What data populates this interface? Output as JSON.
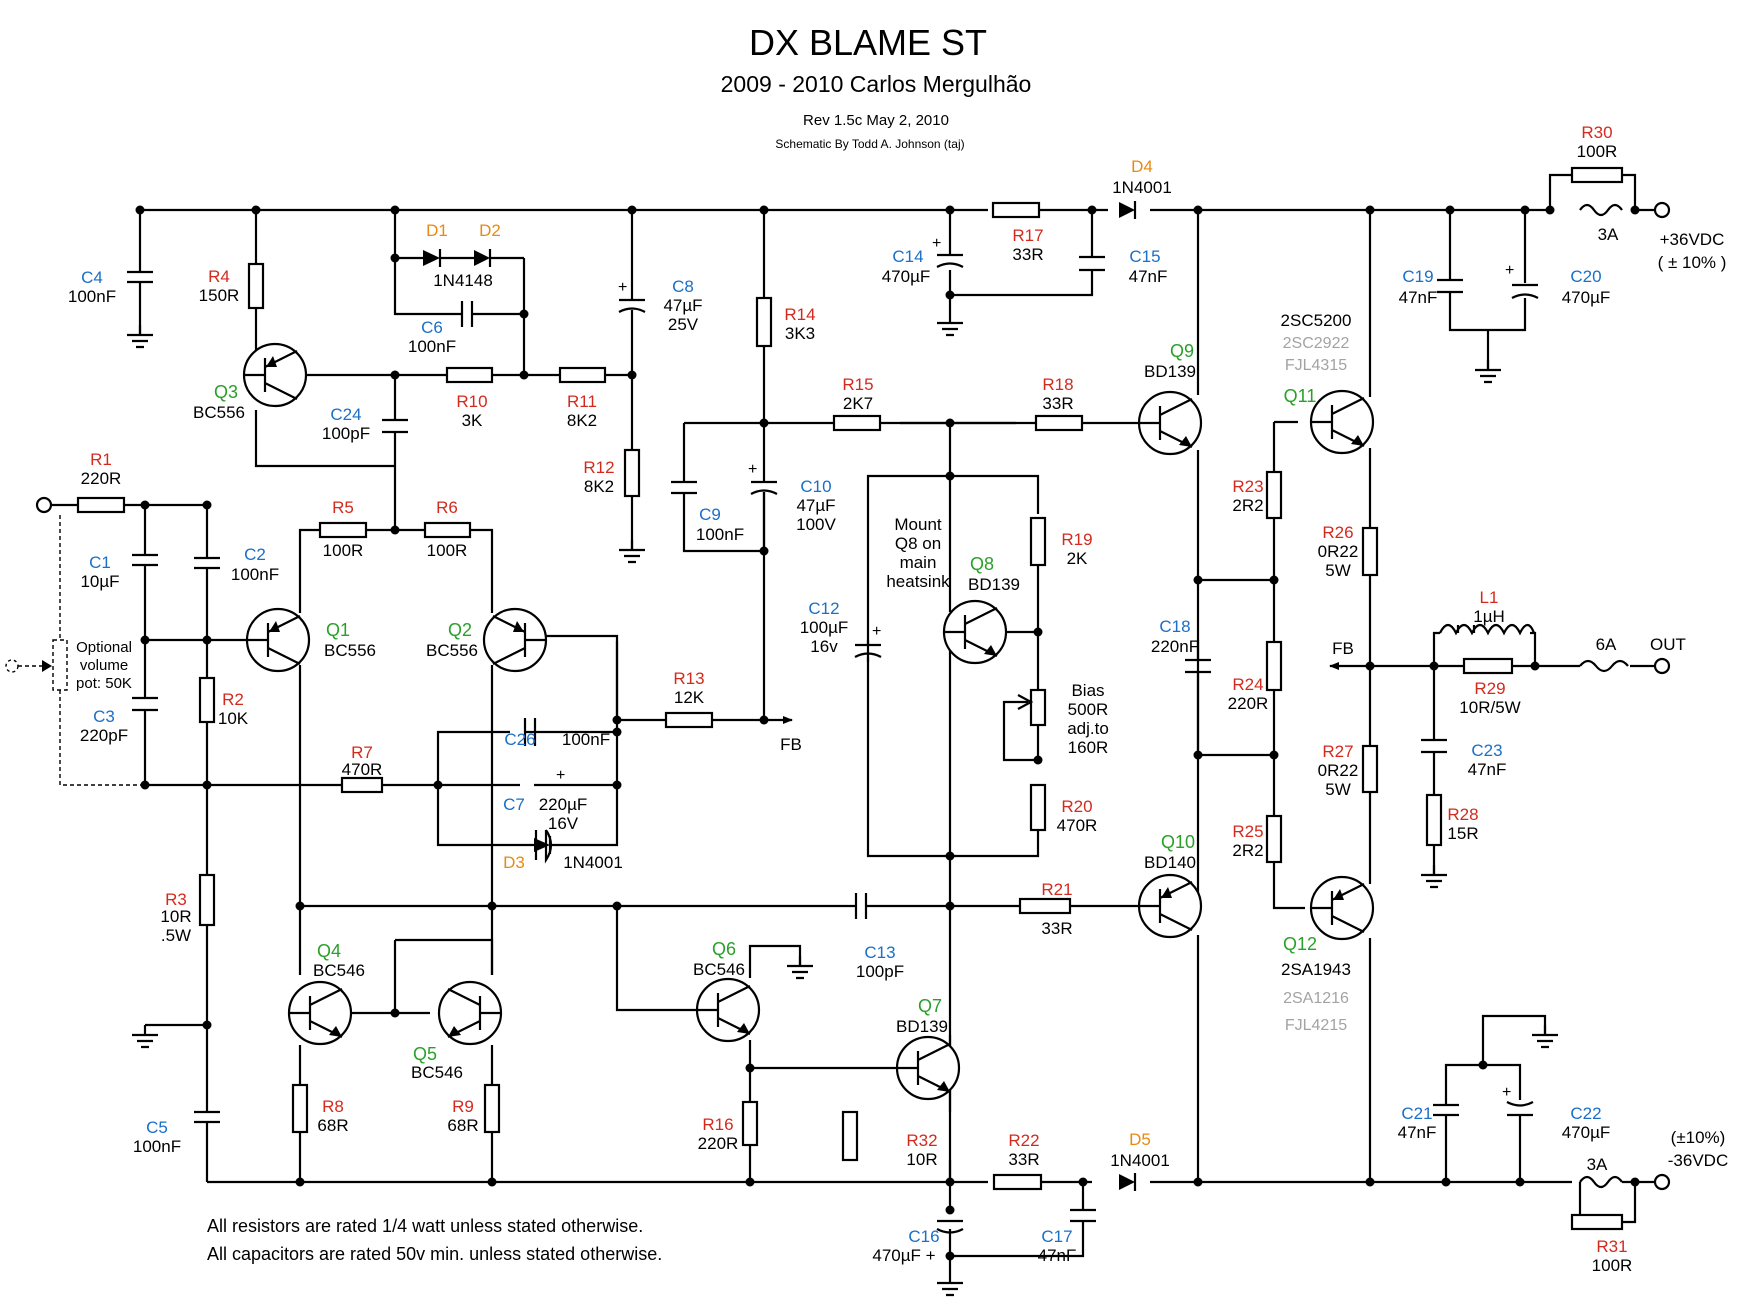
{
  "header": {
    "title": "DX BLAME ST",
    "subtitle": "2009 - 2010 Carlos Mergulhão",
    "revision": "Rev 1.5c  May 2, 2010",
    "credit": "Schematic By Todd A. Johnson (taj)"
  },
  "colors": {
    "resistor": "#d42a1e",
    "capacitor": "#1a6fc8",
    "transistor": "#2aa02a",
    "diode": "#e88a10",
    "alt": "#a3a3a3"
  },
  "resistors": [
    {
      "ref": "R1",
      "value": "220R"
    },
    {
      "ref": "R2",
      "value": "10K"
    },
    {
      "ref": "R3",
      "value": "10R .5W"
    },
    {
      "ref": "R4",
      "value": "150R"
    },
    {
      "ref": "R5",
      "value": "100R"
    },
    {
      "ref": "R6",
      "value": "100R"
    },
    {
      "ref": "R7",
      "value": "470R"
    },
    {
      "ref": "R8",
      "value": "68R"
    },
    {
      "ref": "R9",
      "value": "68R"
    },
    {
      "ref": "R10",
      "value": "3K"
    },
    {
      "ref": "R11",
      "value": "8K2"
    },
    {
      "ref": "R12",
      "value": "8K2"
    },
    {
      "ref": "R13",
      "value": "12K"
    },
    {
      "ref": "R14",
      "value": "3K3"
    },
    {
      "ref": "R15",
      "value": "2K7"
    },
    {
      "ref": "R16",
      "value": "220R"
    },
    {
      "ref": "R17",
      "value": "33R"
    },
    {
      "ref": "R18",
      "value": "33R"
    },
    {
      "ref": "R19",
      "value": "2K"
    },
    {
      "ref": "R20",
      "value": "470R"
    },
    {
      "ref": "R21",
      "value": "33R"
    },
    {
      "ref": "R22",
      "value": "33R"
    },
    {
      "ref": "R23",
      "value": "2R2"
    },
    {
      "ref": "R24",
      "value": "220R"
    },
    {
      "ref": "R25",
      "value": "2R2"
    },
    {
      "ref": "R26",
      "value": "0R22 5W"
    },
    {
      "ref": "R27",
      "value": "0R22 5W"
    },
    {
      "ref": "R28",
      "value": "15R"
    },
    {
      "ref": "R29",
      "value": "10R/5W"
    },
    {
      "ref": "R30",
      "value": "100R"
    },
    {
      "ref": "R31",
      "value": "100R"
    },
    {
      "ref": "R32",
      "value": "10R"
    }
  ],
  "capacitors": [
    {
      "ref": "C1",
      "value": "10µF"
    },
    {
      "ref": "C2",
      "value": "100nF"
    },
    {
      "ref": "C3",
      "value": "220pF"
    },
    {
      "ref": "C4",
      "value": "100nF"
    },
    {
      "ref": "C5",
      "value": "100nF"
    },
    {
      "ref": "C6",
      "value": "100nF"
    },
    {
      "ref": "C7",
      "value": "220µF 16V"
    },
    {
      "ref": "C8",
      "value": "47µF 25V"
    },
    {
      "ref": "C9",
      "value": "100nF"
    },
    {
      "ref": "C10",
      "value": "47µF 100V"
    },
    {
      "ref": "C12",
      "value": "100µF 16v"
    },
    {
      "ref": "C13",
      "value": "100pF"
    },
    {
      "ref": "C14",
      "value": "470µF"
    },
    {
      "ref": "C15",
      "value": "47nF"
    },
    {
      "ref": "C16",
      "value": "470µF +"
    },
    {
      "ref": "C17",
      "value": "47nF"
    },
    {
      "ref": "C18",
      "value": "220nF"
    },
    {
      "ref": "C19",
      "value": "47nF"
    },
    {
      "ref": "C20",
      "value": "470µF"
    },
    {
      "ref": "C21",
      "value": "47nF"
    },
    {
      "ref": "C22",
      "value": "470µF"
    },
    {
      "ref": "C23",
      "value": "47nF"
    },
    {
      "ref": "C24",
      "value": "100pF"
    },
    {
      "ref": "C26",
      "value": "100nF"
    }
  ],
  "transistors": [
    {
      "ref": "Q1",
      "part": "BC556"
    },
    {
      "ref": "Q2",
      "part": "BC556"
    },
    {
      "ref": "Q3",
      "part": "BC556"
    },
    {
      "ref": "Q4",
      "part": "BC546"
    },
    {
      "ref": "Q5",
      "part": "BC546"
    },
    {
      "ref": "Q6",
      "part": "BC546"
    },
    {
      "ref": "Q7",
      "part": "BD139"
    },
    {
      "ref": "Q8",
      "part": "BD139"
    },
    {
      "ref": "Q9",
      "part": "BD139"
    },
    {
      "ref": "Q10",
      "part": "BD140"
    },
    {
      "ref": "Q11",
      "part": "2SC5200"
    },
    {
      "ref": "Q12",
      "part": "2SA1943"
    }
  ],
  "alternates": {
    "q11": [
      "2SC2922",
      "FJL4315"
    ],
    "q12": [
      "2SA1216",
      "FJL4215"
    ]
  },
  "diodes": [
    {
      "ref": "D1"
    },
    {
      "ref": "D2"
    },
    {
      "ref": "D3",
      "part": "1N4001"
    },
    {
      "ref": "D4",
      "part": "1N4001"
    },
    {
      "ref": "D5",
      "part": "1N4001"
    }
  ],
  "d1d2_part": "1N4148",
  "misc": {
    "l1_ref": "L1",
    "l1_value": "1µH",
    "fuse_pos": "3A",
    "fuse_neg": "3A",
    "fuse_out": "6A",
    "out": "OUT",
    "fb": "FB",
    "supply_pos": "+36VDC",
    "supply_pos_tol": "( ± 10% )",
    "supply_neg_tol": "(±10%)",
    "supply_neg": "-36VDC",
    "pot": [
      "Optional",
      "volume",
      "pot: 50K"
    ],
    "bias": [
      "Bias",
      "500R",
      "adj.to",
      "160R"
    ],
    "mount": [
      "Mount",
      "Q8 on",
      "main",
      "heatsink"
    ]
  },
  "notes": [
    "All resistors are rated 1/4 watt unless stated otherwise.",
    "All capacitors are rated 50v min. unless stated otherwise."
  ]
}
